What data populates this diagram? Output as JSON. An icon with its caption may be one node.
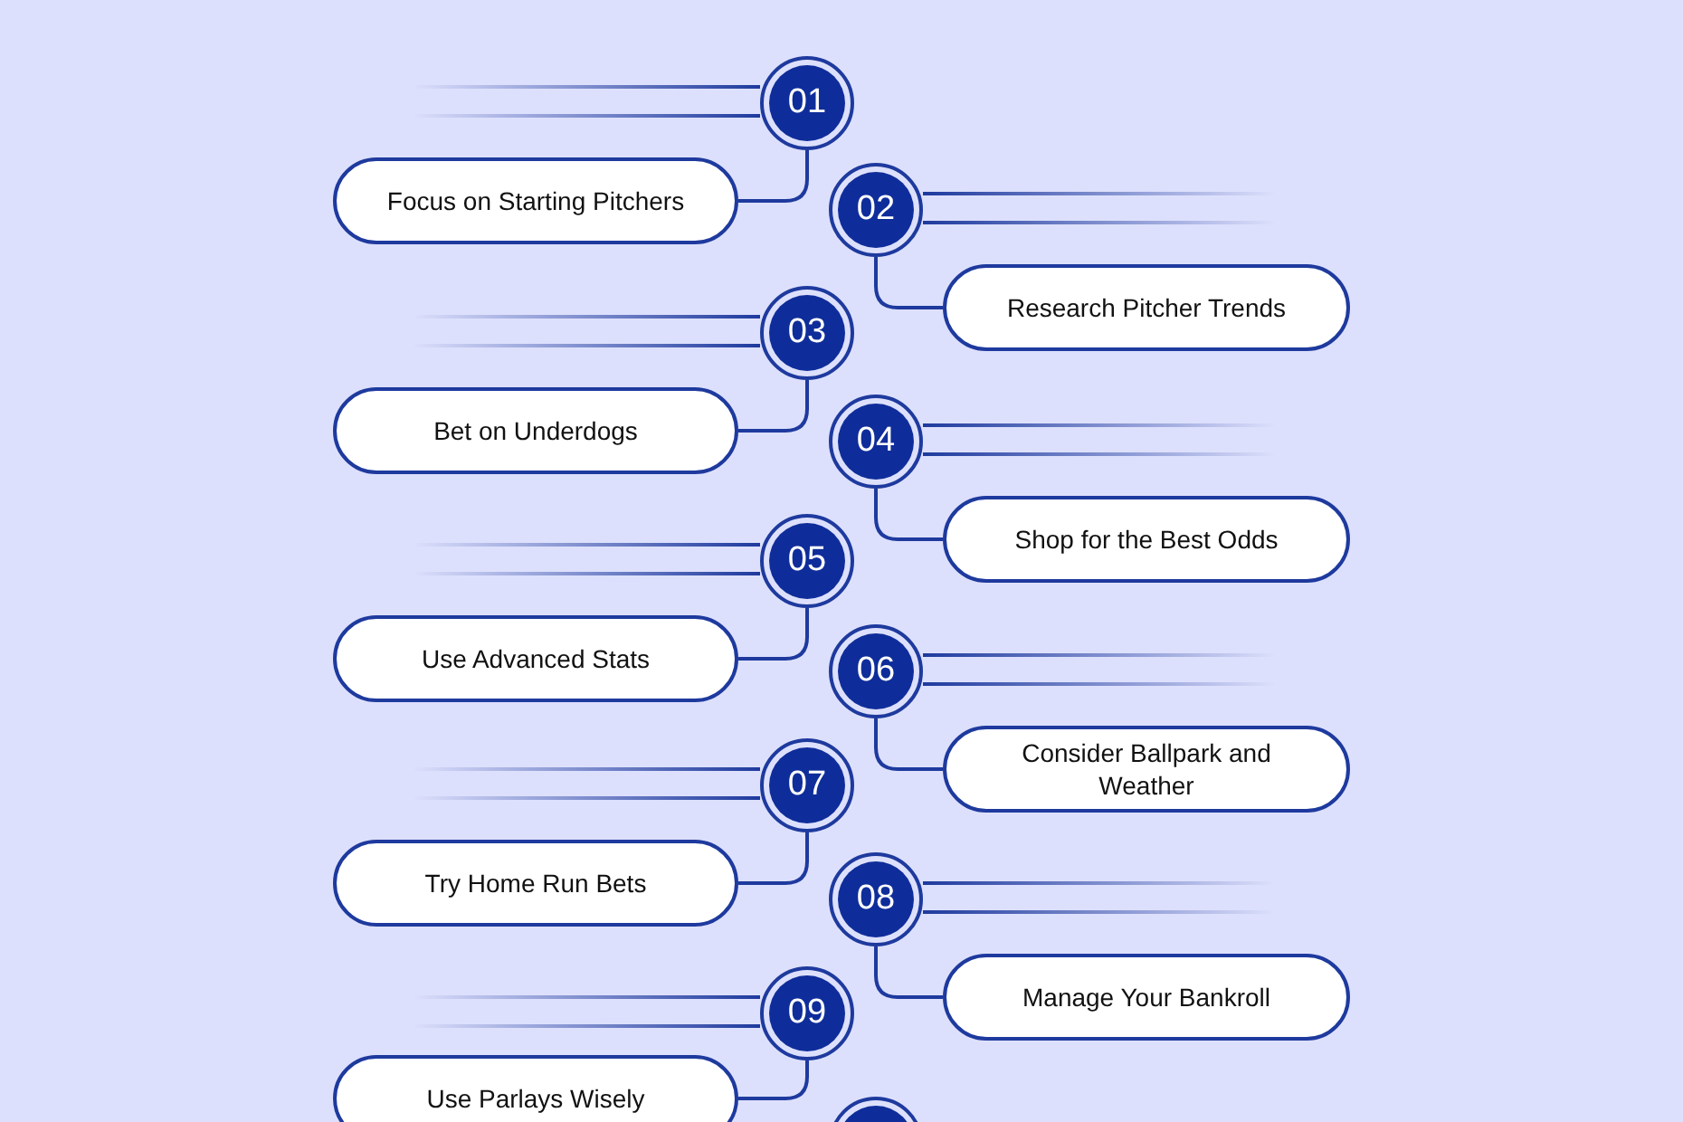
{
  "diagram": {
    "nodes": [
      {
        "text": [
          "01"
        ]
      },
      {
        "text": [
          "Focus on Starting Pitchers"
        ]
      },
      {
        "text": [
          "02"
        ]
      },
      {
        "text": [
          "Research Pitcher Trends"
        ]
      },
      {
        "text": [
          "03"
        ]
      },
      {
        "text": [
          "Bet on Underdogs"
        ]
      },
      {
        "text": [
          "04"
        ]
      },
      {
        "text": [
          "Shop for the Best Odds"
        ]
      },
      {
        "text": [
          "05"
        ]
      },
      {
        "text": [
          "Use Advanced Stats"
        ]
      },
      {
        "text": [
          "06"
        ]
      },
      {
        "text": [
          "Consider Ballpark and Weather"
        ]
      },
      {
        "text": [
          "07"
        ]
      },
      {
        "text": [
          "Try Home Run Bets"
        ]
      },
      {
        "text": [
          "08"
        ]
      },
      {
        "text": [
          "Manage Your Bankroll"
        ]
      },
      {
        "text": [
          "09"
        ]
      },
      {
        "text": [
          "Use Parlays Wisely"
        ]
      },
      {
        "text": [],
        "shape": "circle"
      }
    ],
    "edges": [
      {
        "from": 0,
        "to": 1,
        "arrow": "none"
      },
      {
        "from": 2,
        "to": 3,
        "arrow": "none"
      },
      {
        "from": 4,
        "to": 5,
        "arrow": "none"
      },
      {
        "from": 6,
        "to": 7,
        "arrow": "none"
      },
      {
        "from": 8,
        "to": 9,
        "arrow": "none"
      },
      {
        "from": 10,
        "to": 11,
        "arrow": "none"
      },
      {
        "from": 12,
        "to": 13,
        "arrow": "none"
      },
      {
        "from": 14,
        "to": 15,
        "arrow": "none"
      },
      {
        "from": 16,
        "to": 17,
        "arrow": "none"
      }
    ]
  }
}
